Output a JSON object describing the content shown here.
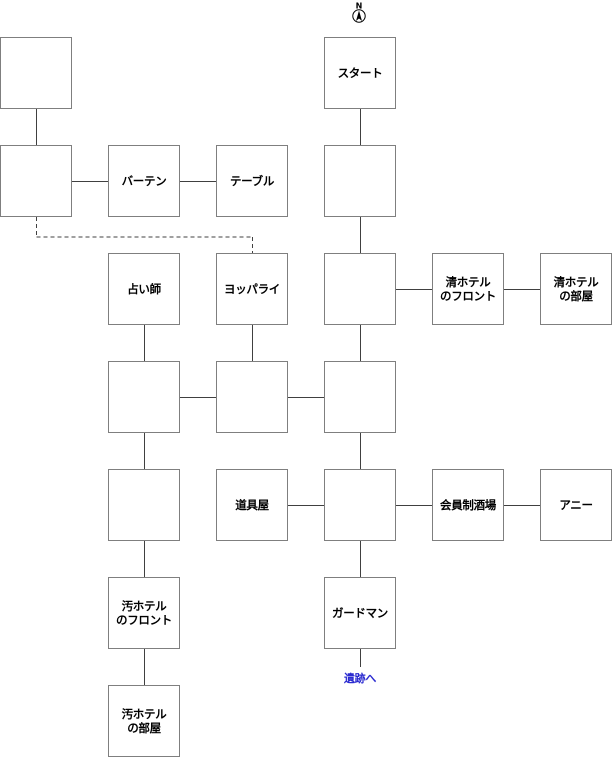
{
  "compass": {
    "label": "N"
  },
  "rooms": [
    {
      "id": "r00",
      "col": 0,
      "row": 0,
      "label": ""
    },
    {
      "id": "r03",
      "col": 3,
      "row": 0,
      "label": "スタート"
    },
    {
      "id": "r10",
      "col": 0,
      "row": 1,
      "label": ""
    },
    {
      "id": "r11",
      "col": 1,
      "row": 1,
      "label": "バーテン"
    },
    {
      "id": "r12",
      "col": 2,
      "row": 1,
      "label": "テーブル"
    },
    {
      "id": "r13",
      "col": 3,
      "row": 1,
      "label": ""
    },
    {
      "id": "r21",
      "col": 1,
      "row": 2,
      "label": "占い師"
    },
    {
      "id": "r22",
      "col": 2,
      "row": 2,
      "label": "ヨッパライ"
    },
    {
      "id": "r23",
      "col": 3,
      "row": 2,
      "label": ""
    },
    {
      "id": "r24",
      "col": 4,
      "row": 2,
      "label": "清ホテル\nのフロント"
    },
    {
      "id": "r25",
      "col": 5,
      "row": 2,
      "label": "清ホテル\nの部屋"
    },
    {
      "id": "r31",
      "col": 1,
      "row": 3,
      "label": ""
    },
    {
      "id": "r32",
      "col": 2,
      "row": 3,
      "label": ""
    },
    {
      "id": "r33",
      "col": 3,
      "row": 3,
      "label": ""
    },
    {
      "id": "r41",
      "col": 1,
      "row": 4,
      "label": ""
    },
    {
      "id": "r42",
      "col": 2,
      "row": 4,
      "label": "道具屋"
    },
    {
      "id": "r43",
      "col": 3,
      "row": 4,
      "label": ""
    },
    {
      "id": "r44",
      "col": 4,
      "row": 4,
      "label": "会員制酒場"
    },
    {
      "id": "r45",
      "col": 5,
      "row": 4,
      "label": "アニー"
    },
    {
      "id": "r51",
      "col": 1,
      "row": 5,
      "label": "汚ホテル\nのフロント"
    },
    {
      "id": "r53",
      "col": 3,
      "row": 5,
      "label": "ガードマン"
    },
    {
      "id": "r61",
      "col": 1,
      "row": 6,
      "label": "汚ホテル\nの部屋"
    }
  ],
  "connections": [
    {
      "from": "r00",
      "to": "r10",
      "style": "solid"
    },
    {
      "from": "r10",
      "to": "r11",
      "style": "solid"
    },
    {
      "from": "r11",
      "to": "r12",
      "style": "solid"
    },
    {
      "from": "r03",
      "to": "r13",
      "style": "solid"
    },
    {
      "from": "r13",
      "to": "r23",
      "style": "solid"
    },
    {
      "from": "r23",
      "to": "r24",
      "style": "solid"
    },
    {
      "from": "r24",
      "to": "r25",
      "style": "solid"
    },
    {
      "from": "r23",
      "to": "r33",
      "style": "solid"
    },
    {
      "from": "r21",
      "to": "r31",
      "style": "solid"
    },
    {
      "from": "r22",
      "to": "r32",
      "style": "solid"
    },
    {
      "from": "r31",
      "to": "r32",
      "style": "solid"
    },
    {
      "from": "r32",
      "to": "r33",
      "style": "solid"
    },
    {
      "from": "r31",
      "to": "r41",
      "style": "solid"
    },
    {
      "from": "r33",
      "to": "r43",
      "style": "solid"
    },
    {
      "from": "r42",
      "to": "r43",
      "style": "solid"
    },
    {
      "from": "r43",
      "to": "r44",
      "style": "solid"
    },
    {
      "from": "r44",
      "to": "r45",
      "style": "solid"
    },
    {
      "from": "r41",
      "to": "r51",
      "style": "solid"
    },
    {
      "from": "r43",
      "to": "r53",
      "style": "solid"
    },
    {
      "from": "r51",
      "to": "r61",
      "style": "solid"
    },
    {
      "from": "r10",
      "to": "r22",
      "style": "dashed"
    }
  ],
  "exit": {
    "from": "r53",
    "label": "遺跡へ"
  },
  "colors": {
    "box_border": "#7f7f7f",
    "line": "#404040",
    "exit_text": "#2a2ad0"
  }
}
